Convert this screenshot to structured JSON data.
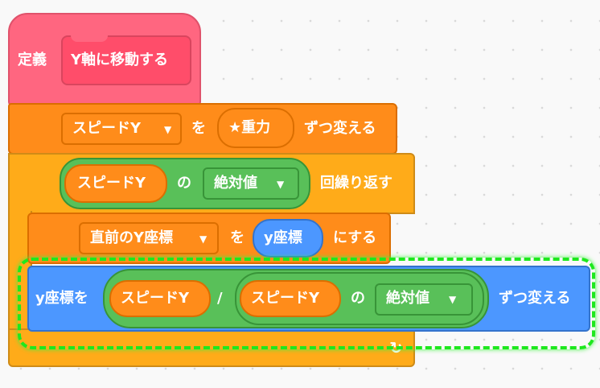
{
  "define_block": {
    "keyword": "定義",
    "custom_name": "Y軸に移動する"
  },
  "change_var_block": {
    "variable": "スピードY",
    "particle_wo": "を",
    "value": "★重力",
    "suffix": "ずつ変える"
  },
  "repeat_block": {
    "reporter_var": "スピードY",
    "particle_no": "の",
    "function": "絶対値",
    "suffix": "回繰り返す"
  },
  "set_var_block": {
    "variable": "直前のY座標",
    "particle_wo": "を",
    "value": "y座標",
    "suffix": "にする"
  },
  "change_y_block": {
    "label": "y座標を",
    "numerator": "スピードY",
    "divider": "/",
    "inner_var": "スピードY",
    "particle_no": "の",
    "function": "絶対値",
    "suffix": "ずつ変える"
  },
  "colors": {
    "define": "#ff6680",
    "variables": "#ff8c1a",
    "control": "#ffab19",
    "operators": "#59c059",
    "motion": "#4c97ff",
    "highlight": "#1ee81e"
  }
}
